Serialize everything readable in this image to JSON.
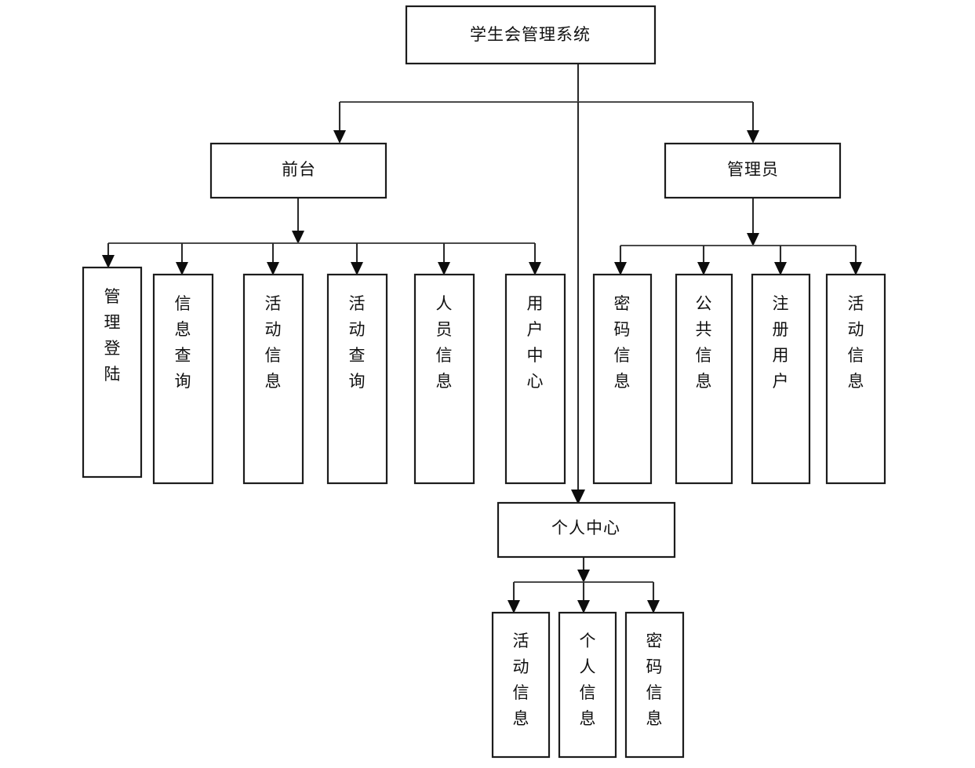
{
  "diagram": {
    "type": "tree-hierarchy",
    "orientation": "top-down",
    "title_node": "学生会管理系统",
    "colors": {
      "background": "#ffffff",
      "box_fill": "#ffffff",
      "box_stroke": "#1c1c1c",
      "connector": "#2b2b2b",
      "bus": "#4a4a4a",
      "arrow": "#0d0d0d",
      "text": "#111111"
    }
  },
  "nodes": {
    "root": {
      "label": "学生会管理系统",
      "orientation": "horizontal"
    },
    "level1": [
      {
        "id": "frontdesk",
        "label": "前台",
        "orientation": "horizontal"
      },
      {
        "id": "admin",
        "label": "管理员",
        "orientation": "horizontal"
      }
    ],
    "frontdesk_children": [
      {
        "id": "fd-1",
        "label": "管理登陆",
        "orientation": "vertical"
      },
      {
        "id": "fd-2",
        "label": "信息查询",
        "orientation": "vertical"
      },
      {
        "id": "fd-3",
        "label": "活动信息",
        "orientation": "vertical"
      },
      {
        "id": "fd-4",
        "label": "活动查询",
        "orientation": "vertical"
      },
      {
        "id": "fd-5",
        "label": "人员信息",
        "orientation": "vertical"
      },
      {
        "id": "fd-6",
        "label": "用户中心",
        "orientation": "vertical"
      }
    ],
    "admin_children": [
      {
        "id": "ad-1",
        "label": "密码信息",
        "orientation": "vertical"
      },
      {
        "id": "ad-2",
        "label": "公共信息",
        "orientation": "vertical"
      },
      {
        "id": "ad-3",
        "label": "注册用户",
        "orientation": "vertical"
      },
      {
        "id": "ad-4",
        "label": "活动信息",
        "orientation": "vertical"
      }
    ],
    "personal_center": {
      "id": "pc",
      "label": "个人中心",
      "orientation": "horizontal"
    },
    "personal_center_children": [
      {
        "id": "pc-1",
        "label": "活动信息",
        "orientation": "vertical"
      },
      {
        "id": "pc-2",
        "label": "个人信息",
        "orientation": "vertical"
      },
      {
        "id": "pc-3",
        "label": "密码信息",
        "orientation": "vertical"
      }
    ]
  }
}
